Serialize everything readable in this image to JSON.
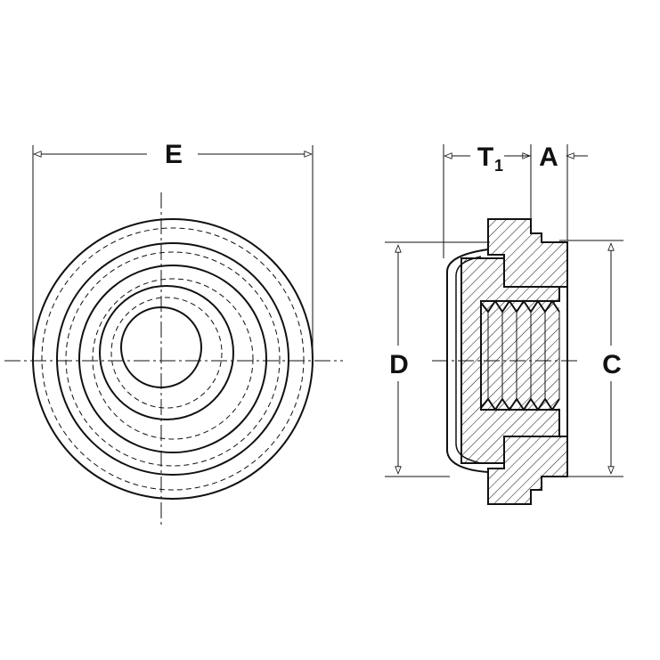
{
  "labels": {
    "E": "E",
    "T": "T",
    "T_sub": "1",
    "A": "A",
    "D": "D",
    "C": "C"
  },
  "colors": {
    "line": "#111111",
    "background": "#ffffff"
  }
}
